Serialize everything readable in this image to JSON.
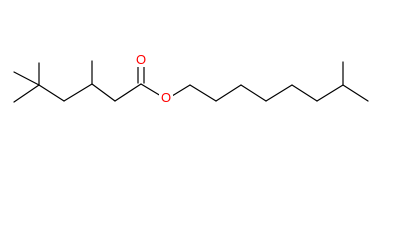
{
  "molecule": {
    "atoms": {
      "carbonyl_oxygen": {
        "label": "O",
        "element": "oxygen"
      },
      "ester_oxygen": {
        "label": "O",
        "element": "oxygen"
      }
    },
    "colors": {
      "bond": "#000000",
      "heteroatom": "#ff0000",
      "background": "#ffffff"
    }
  }
}
